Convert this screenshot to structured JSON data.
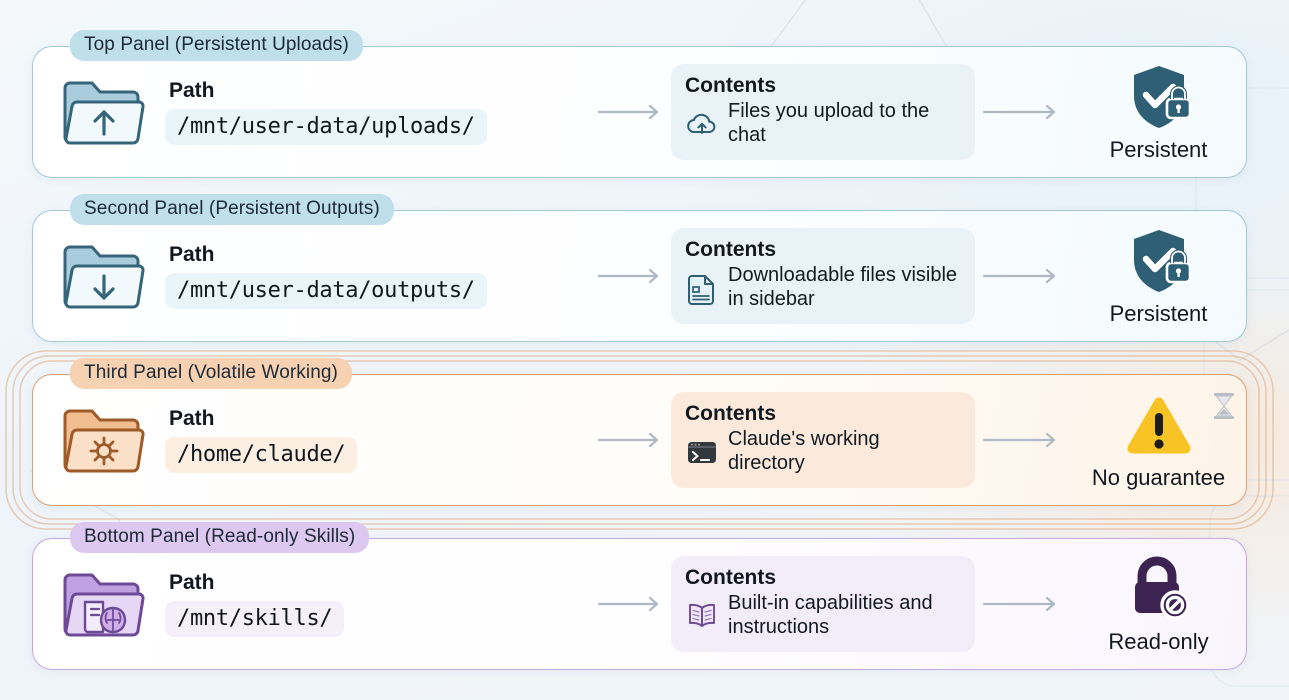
{
  "theme": {
    "blue_border": "#a2c8d8",
    "blue_pill": "#bfdfea",
    "orange_border": "#d9a077",
    "orange_pill": "#f6d2b3",
    "purple_border": "#c5a8dd",
    "purple_pill": "#ddc9ef",
    "ink": "#1e2937",
    "persistent_icon": "#2e5f74",
    "warning_icon": "#f7c325",
    "readonly_icon": "#3d2352"
  },
  "labels": {
    "path_title": "Path",
    "contents_title": "Contents"
  },
  "panels": [
    {
      "id": "top-panel",
      "label": "Top Panel (Persistent Uploads)",
      "theme": "blue",
      "folder_icon": "folder-upload-icon",
      "path": "/mnt/user-data/uploads/",
      "contents_icon": "cloud-upload-icon",
      "contents": "Files you upload to the chat",
      "status_icon": "shield-check-lock-icon",
      "status": "Persistent"
    },
    {
      "id": "second-panel",
      "label": "Second Panel (Persistent Outputs)",
      "theme": "blue",
      "folder_icon": "folder-download-icon",
      "path": "/mnt/user-data/outputs/",
      "contents_icon": "document-file-icon",
      "contents": "Downloadable files visible in sidebar",
      "status_icon": "shield-check-lock-icon",
      "status": "Persistent"
    },
    {
      "id": "third-panel",
      "label": "Third Panel (Volatile Working)",
      "theme": "orange",
      "folder_icon": "folder-gear-icon",
      "path": "/home/claude/",
      "contents_icon": "terminal-icon",
      "contents": "Claude's working directory",
      "status_icon": "warning-triangle-icon",
      "status": "No guarantee",
      "extra_icon": "hourglass-icon"
    },
    {
      "id": "bottom-panel",
      "label": "Bottom Panel (Read-only Skills)",
      "theme": "purple",
      "folder_icon": "folder-skills-brain-icon",
      "path": "/mnt/skills/",
      "contents_icon": "open-book-icon",
      "contents": "Built-in capabilities and instructions",
      "status_icon": "lock-forbidden-icon",
      "status": "Read-only"
    }
  ]
}
